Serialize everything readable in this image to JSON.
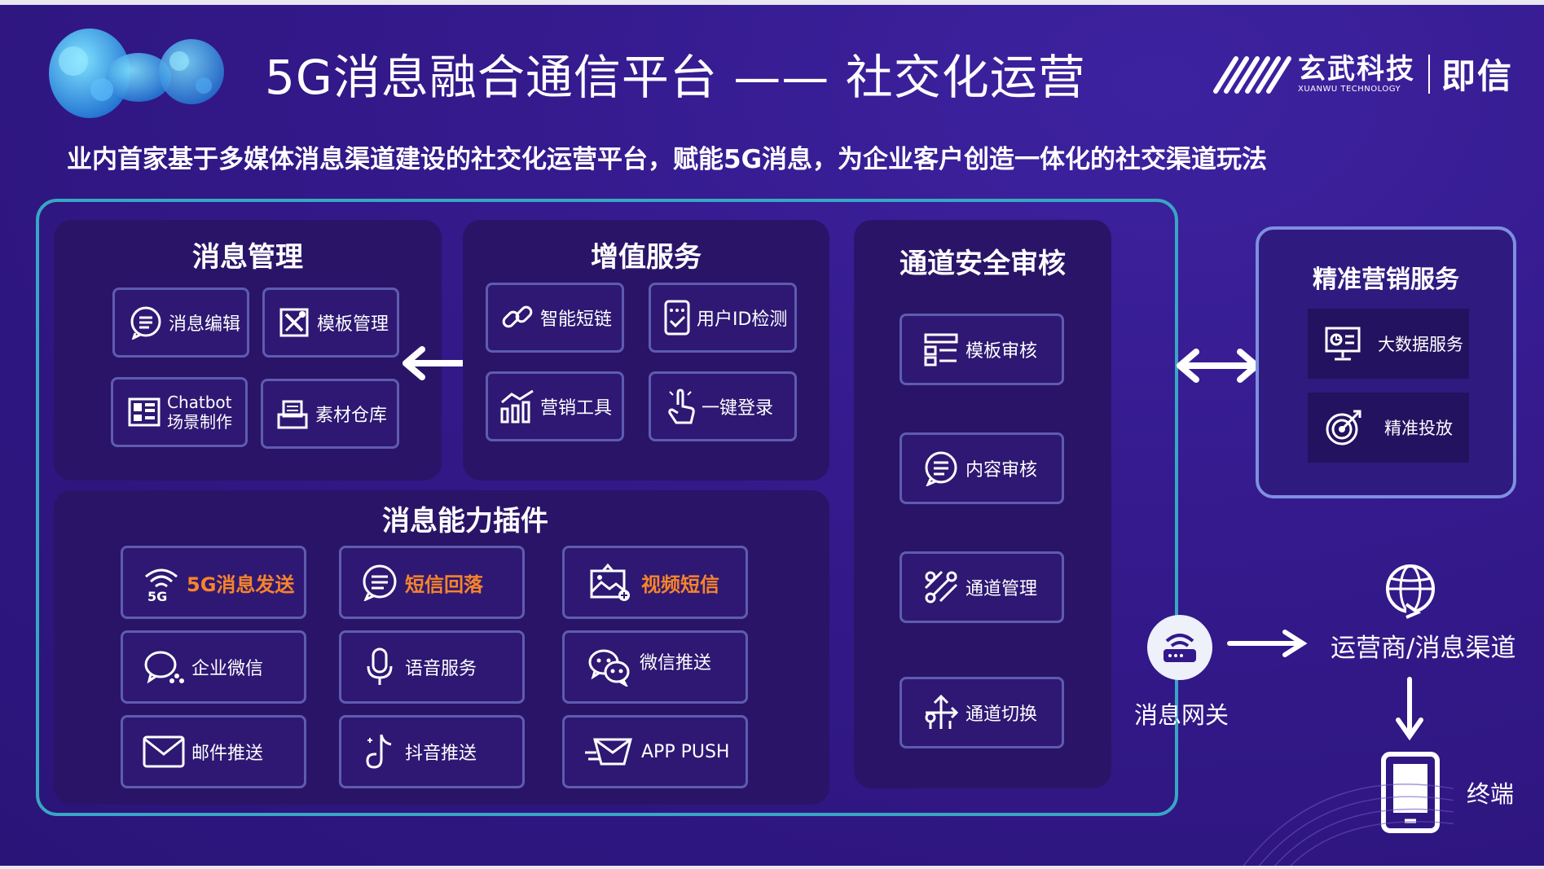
{
  "header": {
    "title": "5G消息融合通信平台 —— 社交化运营",
    "brand_cn": "玄武科技",
    "brand_en": "XUANWU TECHNOLOGY",
    "brand_product": "即信"
  },
  "subtitle": "业内首家基于多媒体消息渠道建设的社交化运营平台，赋能5G消息，为企业客户创造一体化的社交渠道玩法",
  "message_management": {
    "title": "消息管理",
    "items": [
      {
        "label": "消息编辑",
        "icon": "chat-bubble-icon"
      },
      {
        "label": "模板管理",
        "icon": "tools-icon"
      },
      {
        "label_line1": "Chatbot",
        "label_line2": "场景制作",
        "icon": "layout-icon"
      },
      {
        "label": "素材仓库",
        "icon": "archive-icon"
      }
    ]
  },
  "value_added": {
    "title": "增值服务",
    "items": [
      {
        "label": "智能短链",
        "icon": "link-icon"
      },
      {
        "label": "用户ID检测",
        "icon": "phone-check-icon"
      },
      {
        "label": "营销工具",
        "icon": "bar-chart-icon"
      },
      {
        "label": "一键登录",
        "icon": "tap-icon"
      }
    ]
  },
  "plugins": {
    "title": "消息能力插件",
    "items": [
      {
        "label": "5G消息发送",
        "icon": "5g-signal-icon",
        "highlight": true
      },
      {
        "label": "短信回落",
        "icon": "message-icon",
        "highlight": true
      },
      {
        "label": "视频短信",
        "icon": "image-add-icon",
        "highlight": true
      },
      {
        "label": "企业微信",
        "icon": "wecom-icon"
      },
      {
        "label": "语音服务",
        "icon": "microphone-icon"
      },
      {
        "label": "微信推送",
        "icon": "wechat-icon"
      },
      {
        "label": "邮件推送",
        "icon": "mail-icon"
      },
      {
        "label": "抖音推送",
        "icon": "tiktok-icon"
      },
      {
        "label": "APP PUSH",
        "icon": "send-icon"
      }
    ]
  },
  "channel_security": {
    "title": "通道安全审核",
    "items": [
      {
        "label": "模板审核",
        "icon": "list-icon"
      },
      {
        "label": "内容审核",
        "icon": "chat-bubble-icon"
      },
      {
        "label": "通道管理",
        "icon": "route-icon"
      },
      {
        "label": "通道切换",
        "icon": "switch-icon"
      }
    ]
  },
  "precision_marketing": {
    "title": "精准营销服务",
    "items": [
      {
        "label": "大数据服务",
        "icon": "monitor-chart-icon"
      },
      {
        "label": "精准投放",
        "icon": "target-icon"
      }
    ]
  },
  "flow": {
    "gateway": "消息网关",
    "operator": "运营商/消息渠道",
    "terminal": "终端"
  },
  "colors": {
    "background": "#33198a",
    "panel": "#2a1468",
    "frame": "#39a6c4",
    "highlight": "#f7842a",
    "button_border": "#5e5cae"
  }
}
